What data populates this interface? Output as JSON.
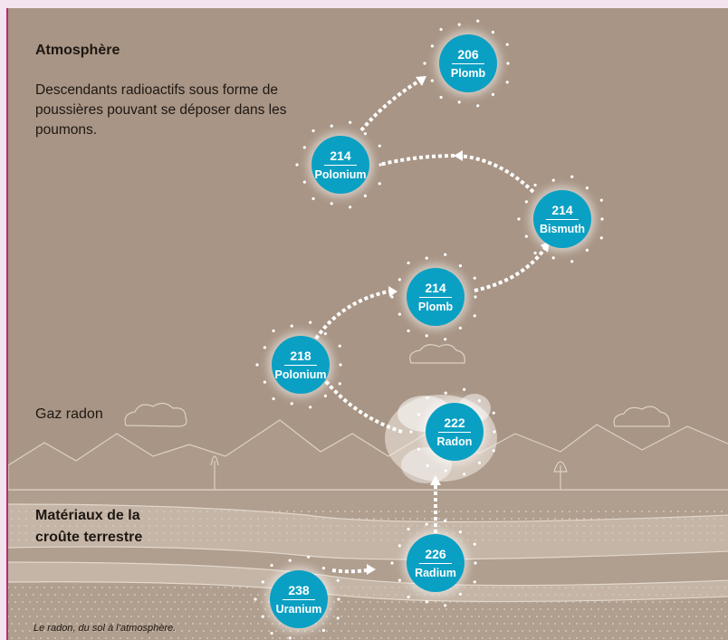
{
  "atmosphere": {
    "title": "Atmosphère",
    "description": "Descendants radioactifs sous forme de poussières pouvant se déposer dans les poumons."
  },
  "gas_label": "Gaz radon",
  "crust_label": "Matériaux de la croûte terrestre",
  "caption": "Le radon, du sol à l’atmosphère.",
  "colors": {
    "panel": "#a89585",
    "node": "#0aa0c3",
    "border": "#b0306e",
    "page": "#f4e4ef"
  },
  "nodes": [
    {
      "number": "238",
      "name": "Uranium"
    },
    {
      "number": "226",
      "name": "Radium"
    },
    {
      "number": "222",
      "name": "Radon"
    },
    {
      "number": "218",
      "name": "Polonium"
    },
    {
      "number": "214",
      "name": "Plomb"
    },
    {
      "number": "214",
      "name": "Bismuth"
    },
    {
      "number": "214",
      "name": "Polonium"
    },
    {
      "number": "206",
      "name": "Plomb"
    }
  ]
}
